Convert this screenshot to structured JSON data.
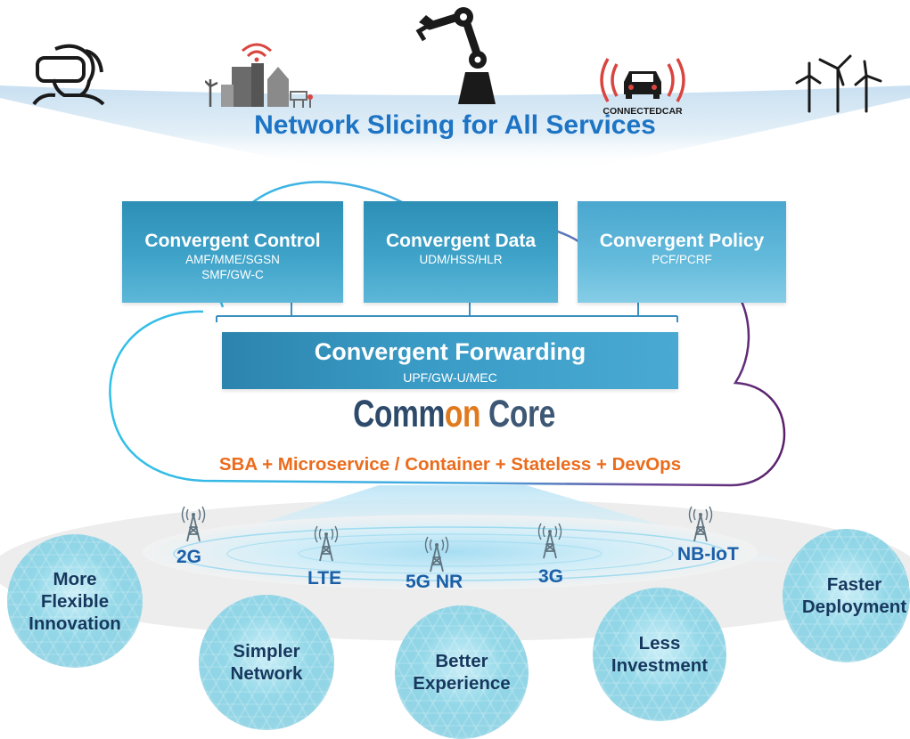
{
  "banner": {
    "title": "Network Slicing for All Services",
    "icons": [
      "vr-headset-user-icon",
      "smart-city-icon",
      "robot-arm-icon",
      "connected-car-icon",
      "wind-turbines-icon"
    ],
    "connected_car_text": "CONNECTEDCAR"
  },
  "core": {
    "control": {
      "title": "Convergent Control",
      "sub1": "AMF/MME/SGSN",
      "sub2": "SMF/GW-C"
    },
    "data": {
      "title": "Convergent Data",
      "sub1": "UDM/HSS/HLR"
    },
    "policy": {
      "title": "Convergent Policy",
      "sub1": "PCF/PCRF"
    },
    "forwarding": {
      "title": "Convergent Forwarding",
      "sub1": "UPF/GW-U/MEC"
    },
    "title_part1": "Comm",
    "title_part2": "on",
    "title_part3": " Core",
    "features": "SBA + Microservice / Container + Stateless + DevOps"
  },
  "access": {
    "labels": [
      "2G",
      "LTE",
      "5G NR",
      "3G",
      "NB-IoT"
    ]
  },
  "benefits": [
    "More\nFlexible\nInnovation",
    "Simpler\nNetwork",
    "Better\nExperience",
    "Less\nInvestment",
    "Faster\nDeployment"
  ],
  "colors": {
    "banner_text": "#1e74c4",
    "box_blue": "#3a9cc6",
    "core_dark": "#2d4a6a",
    "core_orange": "#e07a1f",
    "features_orange": "#ea6c1c",
    "cloud_cyan": "#37c6e6",
    "cloud_purple": "#6a2a7a",
    "access_text": "#1b5fa8"
  }
}
